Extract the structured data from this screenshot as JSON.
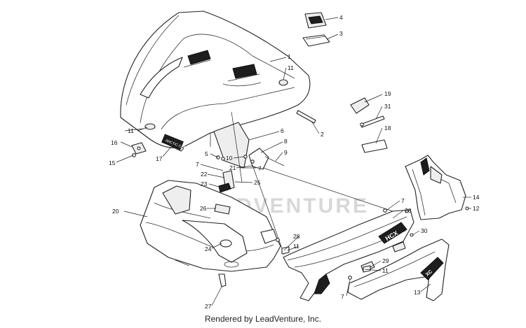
{
  "watermark": {
    "text": "LEADVENTURE"
  },
  "hood_decal": {
    "text": "ARCTIC CAT"
  },
  "side_decal": {
    "text": "HCX"
  },
  "lower_decal": {
    "text": "XC"
  },
  "footer": {
    "text": "Rendered by LeadVenture, Inc."
  },
  "callouts": [
    {
      "id": "c1",
      "label": "1"
    },
    {
      "id": "c2",
      "label": "2"
    },
    {
      "id": "c3",
      "label": "3"
    },
    {
      "id": "c4",
      "label": "4"
    },
    {
      "id": "c5",
      "label": "5"
    },
    {
      "id": "c6",
      "label": "6"
    },
    {
      "id": "c7a",
      "label": "7"
    },
    {
      "id": "c7b",
      "label": "7"
    },
    {
      "id": "c7c",
      "label": "7"
    },
    {
      "id": "c7d",
      "label": "7"
    },
    {
      "id": "c8",
      "label": "8"
    },
    {
      "id": "c9",
      "label": "9"
    },
    {
      "id": "c10",
      "label": "10"
    },
    {
      "id": "c11a",
      "label": "11"
    },
    {
      "id": "c11b",
      "label": "11"
    },
    {
      "id": "c11c",
      "label": "11"
    },
    {
      "id": "c11d",
      "label": "11"
    },
    {
      "id": "c12",
      "label": "12"
    },
    {
      "id": "c13",
      "label": "13"
    },
    {
      "id": "c14",
      "label": "14"
    },
    {
      "id": "c15",
      "label": "15"
    },
    {
      "id": "c16",
      "label": "16"
    },
    {
      "id": "c17",
      "label": "17"
    },
    {
      "id": "c18",
      "label": "18"
    },
    {
      "id": "c19",
      "label": "19"
    },
    {
      "id": "c20",
      "label": "20"
    },
    {
      "id": "c21",
      "label": "21"
    },
    {
      "id": "c22",
      "label": "22"
    },
    {
      "id": "c23",
      "label": "23"
    },
    {
      "id": "c24",
      "label": "24"
    },
    {
      "id": "c25",
      "label": "25"
    },
    {
      "id": "c26",
      "label": "26"
    },
    {
      "id": "c27",
      "label": "27"
    },
    {
      "id": "c28a",
      "label": "28"
    },
    {
      "id": "c28b",
      "label": "28"
    },
    {
      "id": "c29",
      "label": "29"
    },
    {
      "id": "c30",
      "label": "30"
    },
    {
      "id": "c31",
      "label": "31"
    }
  ]
}
